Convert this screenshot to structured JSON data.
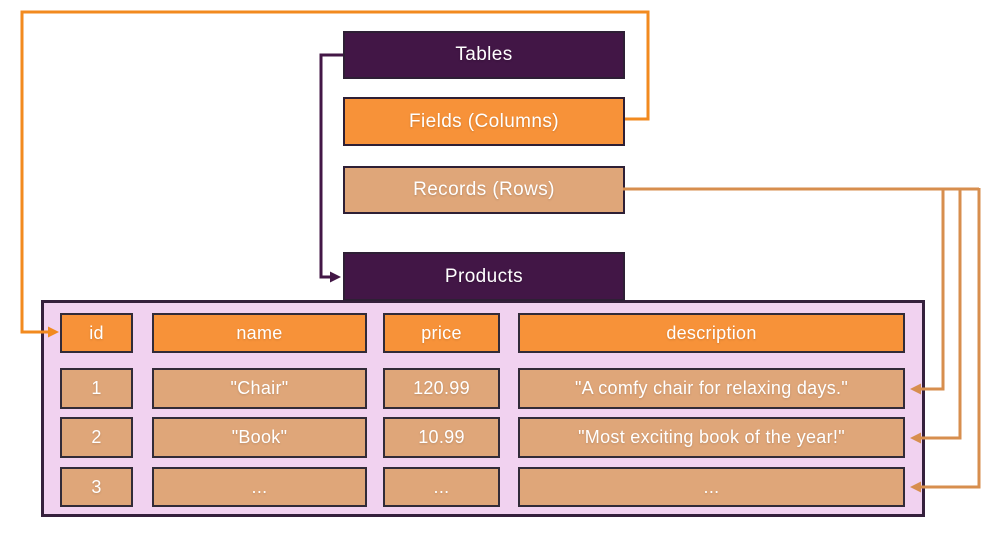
{
  "colors": {
    "purple": "#421646",
    "orange": "#F79239",
    "tan": "#DFA679",
    "pink": "#F1D2F0",
    "orange-line": "#F28A1F",
    "tan-line": "#D78E4E",
    "purple-line": "#431746",
    "border-dark": "#2E1F35",
    "table-border": "#35203C",
    "cell-border": "#322B38",
    "text-light": "#FFFFFF"
  },
  "concept_boxes": {
    "tables": {
      "label": "Tables"
    },
    "fields": {
      "label": "Fields (Columns)"
    },
    "records": {
      "label": "Records (Rows)"
    },
    "products": {
      "label": "Products"
    }
  },
  "table": {
    "headers": [
      "id",
      "name",
      "price",
      "description"
    ],
    "rows": [
      {
        "cells": [
          "1",
          "\"Chair\"",
          "120.99",
          "\"A comfy chair for relaxing days.\""
        ]
      },
      {
        "cells": [
          "2",
          "\"Book\"",
          "10.99",
          "\"Most exciting book of the year!\""
        ]
      },
      {
        "cells": [
          "3",
          "...",
          "...",
          "..."
        ]
      }
    ]
  }
}
